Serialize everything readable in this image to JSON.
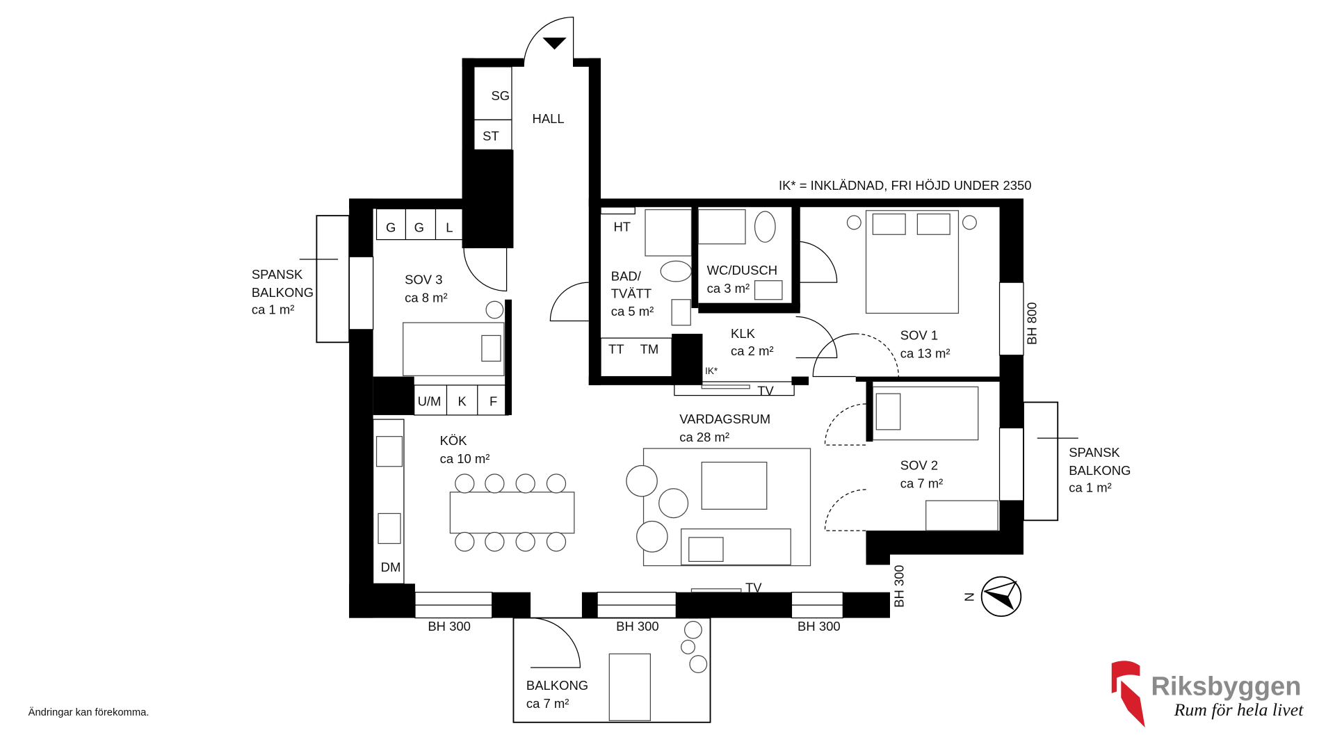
{
  "plan": {
    "note": "IK* = INKLÄDNAD, FRI HÖJD UNDER 2350",
    "footer": "Ändringar kan förekomma.",
    "rooms": {
      "hall": "HALL",
      "sg": "SG",
      "st": "ST",
      "ht": "HT",
      "g1": "G",
      "g2": "G",
      "l": "L",
      "sov3": {
        "name": "SOV 3",
        "area": "ca 8 m²"
      },
      "spansk_left": {
        "line1": "SPANSK",
        "line2": "BALKONG",
        "area": "ca 1 m²"
      },
      "bad": {
        "line1": "BAD/",
        "line2": "TVÄTT",
        "area": "ca 5 m²"
      },
      "wc": {
        "name": "WC/DUSCH",
        "area": "ca 3 m²"
      },
      "klk": {
        "name": "KLK",
        "area": "ca 2 m²"
      },
      "sov1": {
        "name": "SOV 1",
        "area": "ca 13 m²"
      },
      "tt": "TT",
      "tm": "TM",
      "ik": "IK*",
      "um": "U/M",
      "k": "K",
      "f": "F",
      "tv1": "TV",
      "tv2": "TV",
      "vardagsrum": {
        "name": "VARDAGSRUM",
        "area": "ca 28 m²"
      },
      "kok": {
        "name": "KÖK",
        "area": "ca 10 m²"
      },
      "sov2": {
        "name": "SOV 2",
        "area": "ca 7 m²"
      },
      "spansk_right": {
        "line1": "SPANSK",
        "line2": "BALKONG",
        "area": "ca 1 m²"
      },
      "dm": "DM",
      "balkong": {
        "name": "BALKONG",
        "area": "ca 7 m²"
      }
    },
    "window_heights": {
      "bh800": "BH 800",
      "bh300_side": "BH 300",
      "bh300_a": "BH 300",
      "bh300_b": "BH 300",
      "bh300_c": "BH 300"
    },
    "compass": "N"
  },
  "logo": {
    "name": "Riksbyggen",
    "tagline": "Rum för hela livet",
    "color_red": "#d71f2b",
    "color_grey": "#8a8a8a"
  }
}
